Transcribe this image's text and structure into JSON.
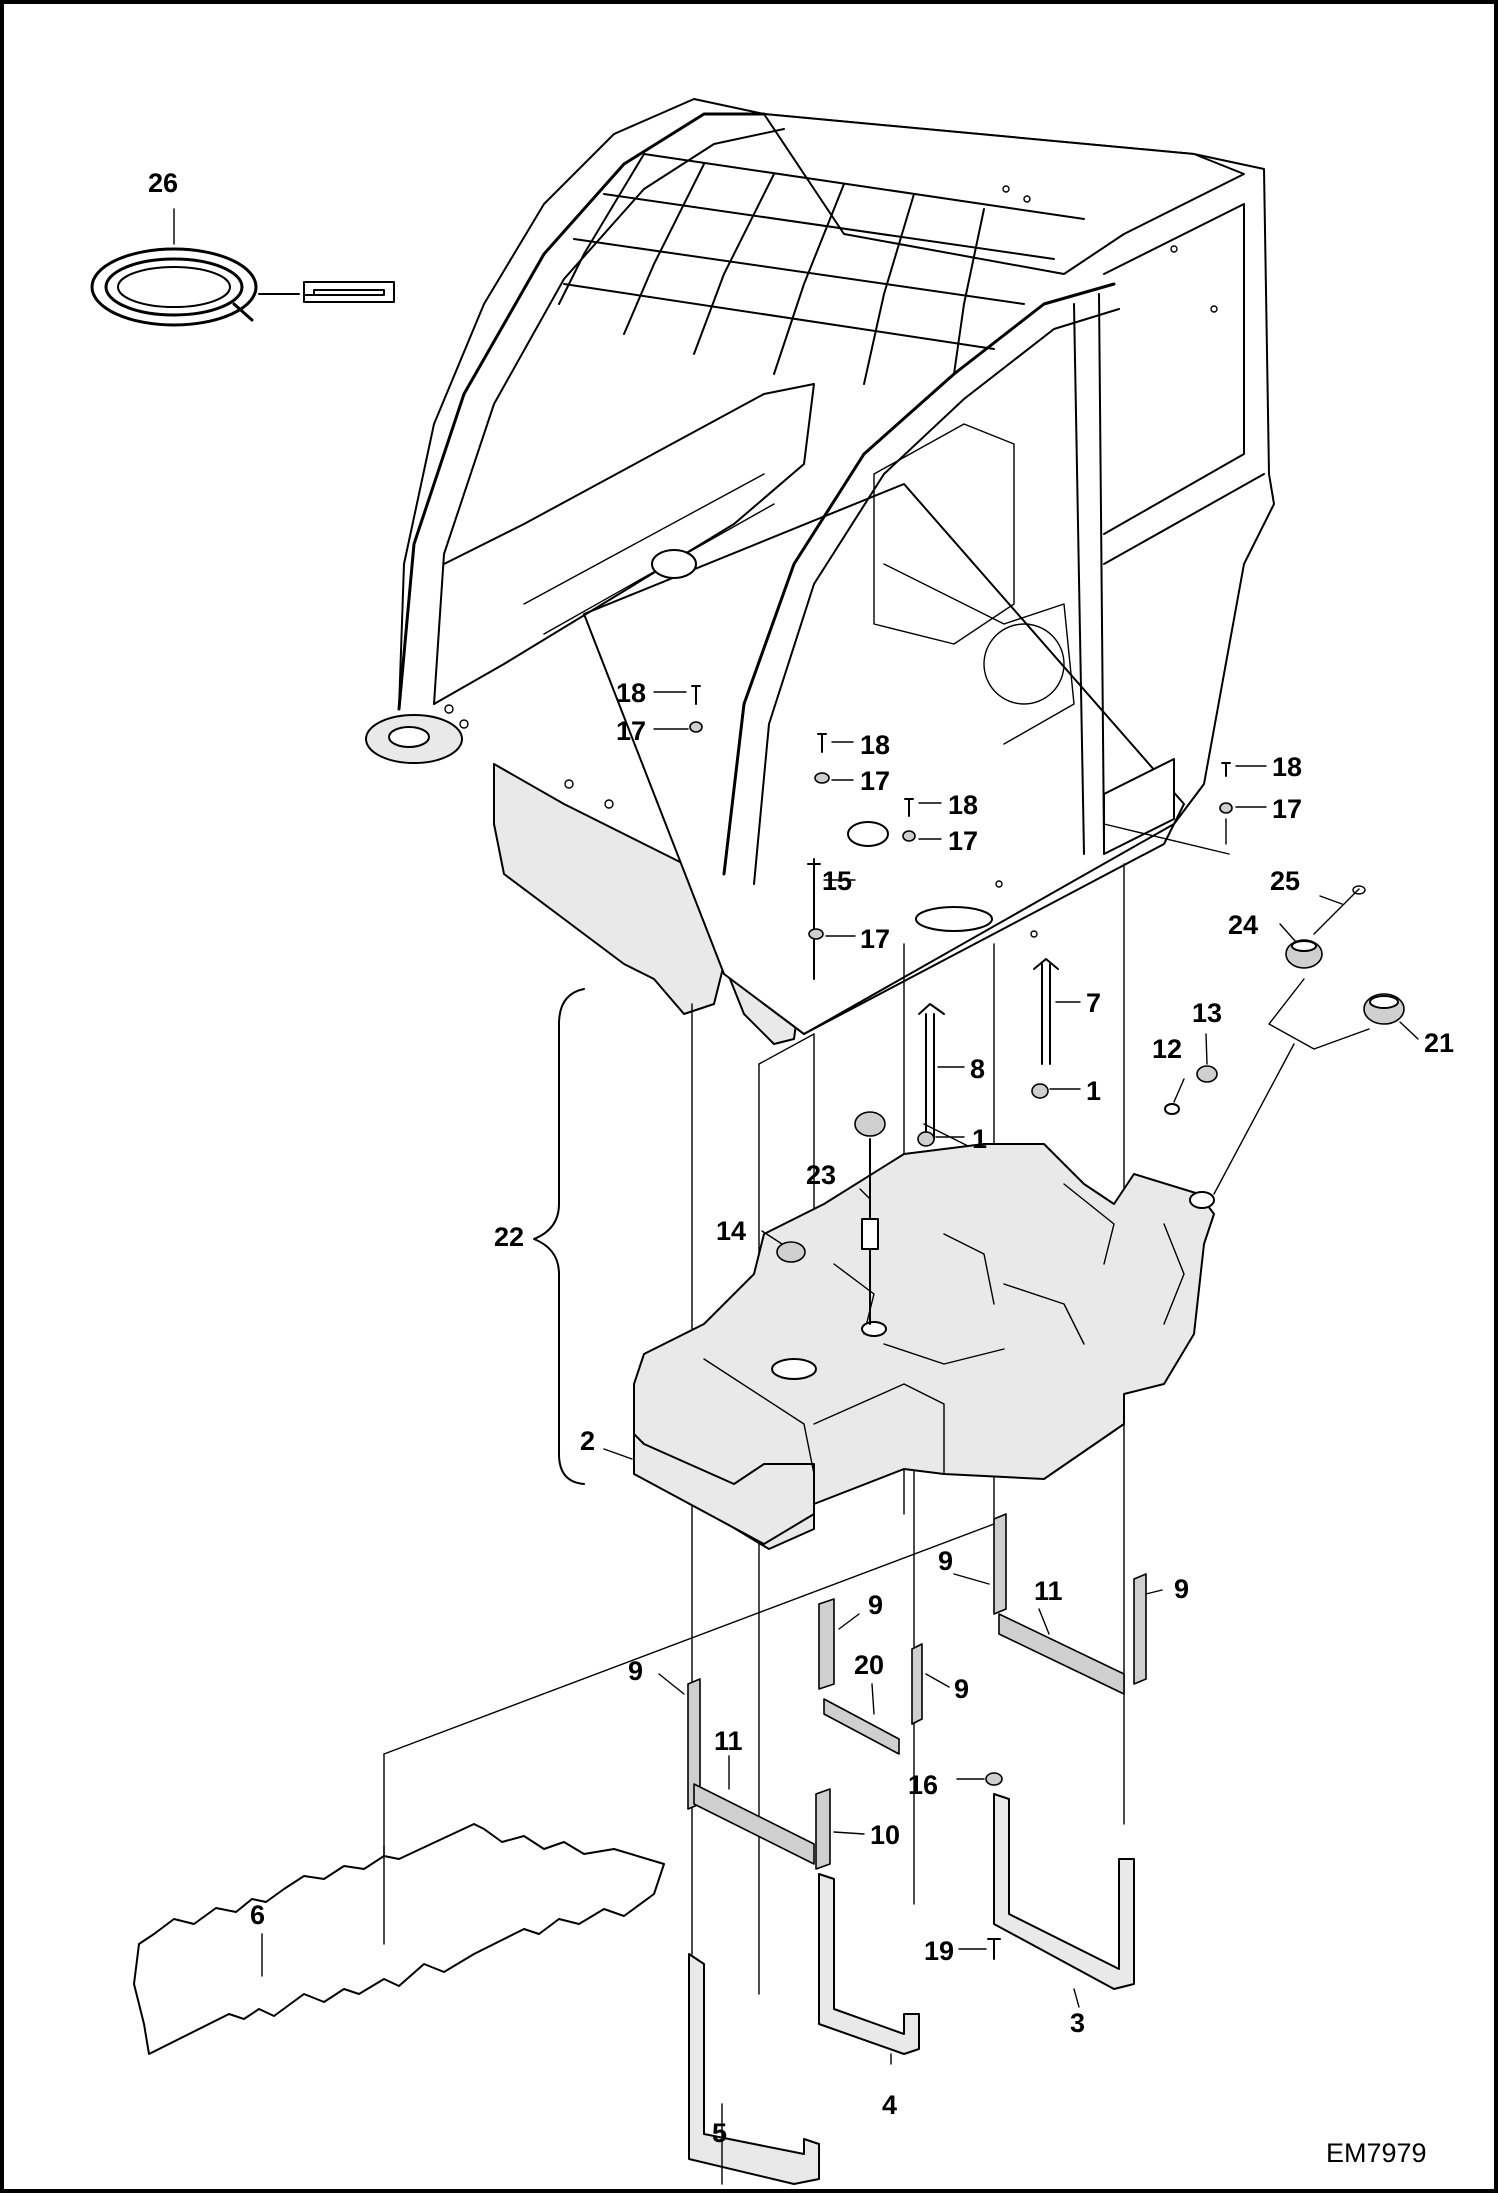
{
  "drawing_id": "EM7979",
  "callouts": [
    "1",
    "1",
    "2",
    "3",
    "4",
    "5",
    "6",
    "7",
    "8",
    "9",
    "9",
    "9",
    "9",
    "9",
    "10",
    "11",
    "11",
    "12",
    "13",
    "14",
    "15",
    "16",
    "17",
    "17",
    "17",
    "17",
    "17",
    "18",
    "18",
    "18",
    "18",
    "19",
    "20",
    "21",
    "22",
    "23",
    "24",
    "25",
    "26"
  ],
  "colors": {
    "line": "#000000",
    "background": "#ffffff",
    "shade": "#e9e9e9"
  }
}
